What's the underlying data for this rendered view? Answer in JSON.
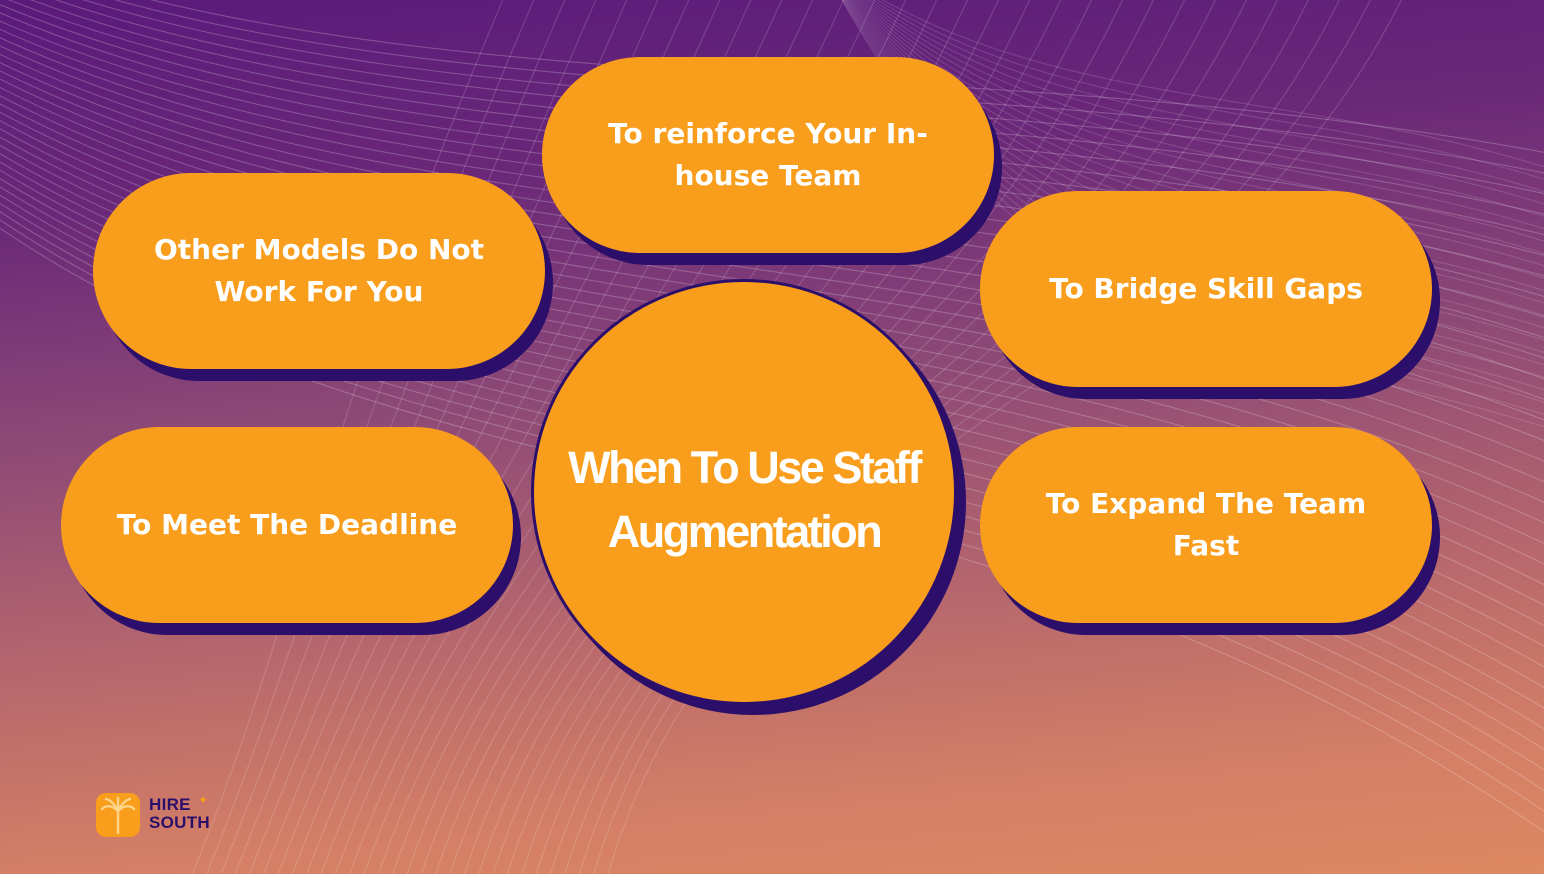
{
  "diagram": {
    "center_title": "When To Use Staff Augmentation",
    "nodes": [
      {
        "id": "reinforce",
        "label": "To reinforce Your In-house Team"
      },
      {
        "id": "other-models",
        "label": "Other Models Do Not Work For You"
      },
      {
        "id": "bridge-skills",
        "label": "To Bridge Skill Gaps"
      },
      {
        "id": "meet-deadline",
        "label": "To Meet The Deadline"
      },
      {
        "id": "expand-team",
        "label": "To Expand The Team Fast"
      }
    ]
  },
  "brand": {
    "logo_line1": "HIRE",
    "logo_line2": "SOUTH",
    "logo_sparkle_icon": "sparkle-icon",
    "logo_mark_icon": "palm-tree-icon"
  },
  "colors": {
    "accent_orange": "#f99d1c",
    "shadow_navy": "#2b0f6b",
    "text_white": "#ffffff",
    "background_top": "#5a1a7a",
    "background_bottom": "#dd8862"
  }
}
